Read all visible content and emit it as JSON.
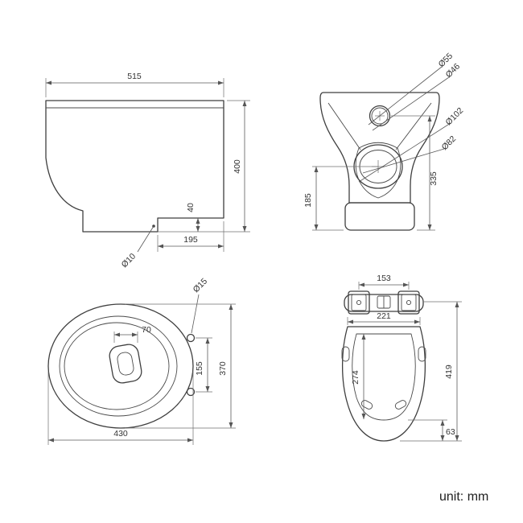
{
  "meta": {
    "unit_label": "unit: mm"
  },
  "views": {
    "side_view": {
      "dims": {
        "overall_depth": "515",
        "overall_height": "400",
        "recess_height": "40",
        "base_recess_depth": "195",
        "hole_diameter": "Ø10"
      }
    },
    "front_view": {
      "dims": {
        "inlet_outer_diameter": "Ø55",
        "inlet_inner_diameter": "Ø46",
        "outlet_outer_diameter": "Ø102",
        "outlet_inner_diameter": "Ø82",
        "inlet_height": "335",
        "outlet_height": "185"
      }
    },
    "top_view": {
      "dims": {
        "outlet_width": "70",
        "fixing_hole_spacing": "155",
        "pan_width": "370",
        "pan_length": "430",
        "fixing_hole_diameter": "Ø15"
      }
    },
    "seat_view": {
      "dims": {
        "hinge_centres": "153",
        "seat_top_width": "221",
        "inner_length": "274",
        "seat_length": "419",
        "front_offset": "63"
      }
    }
  }
}
